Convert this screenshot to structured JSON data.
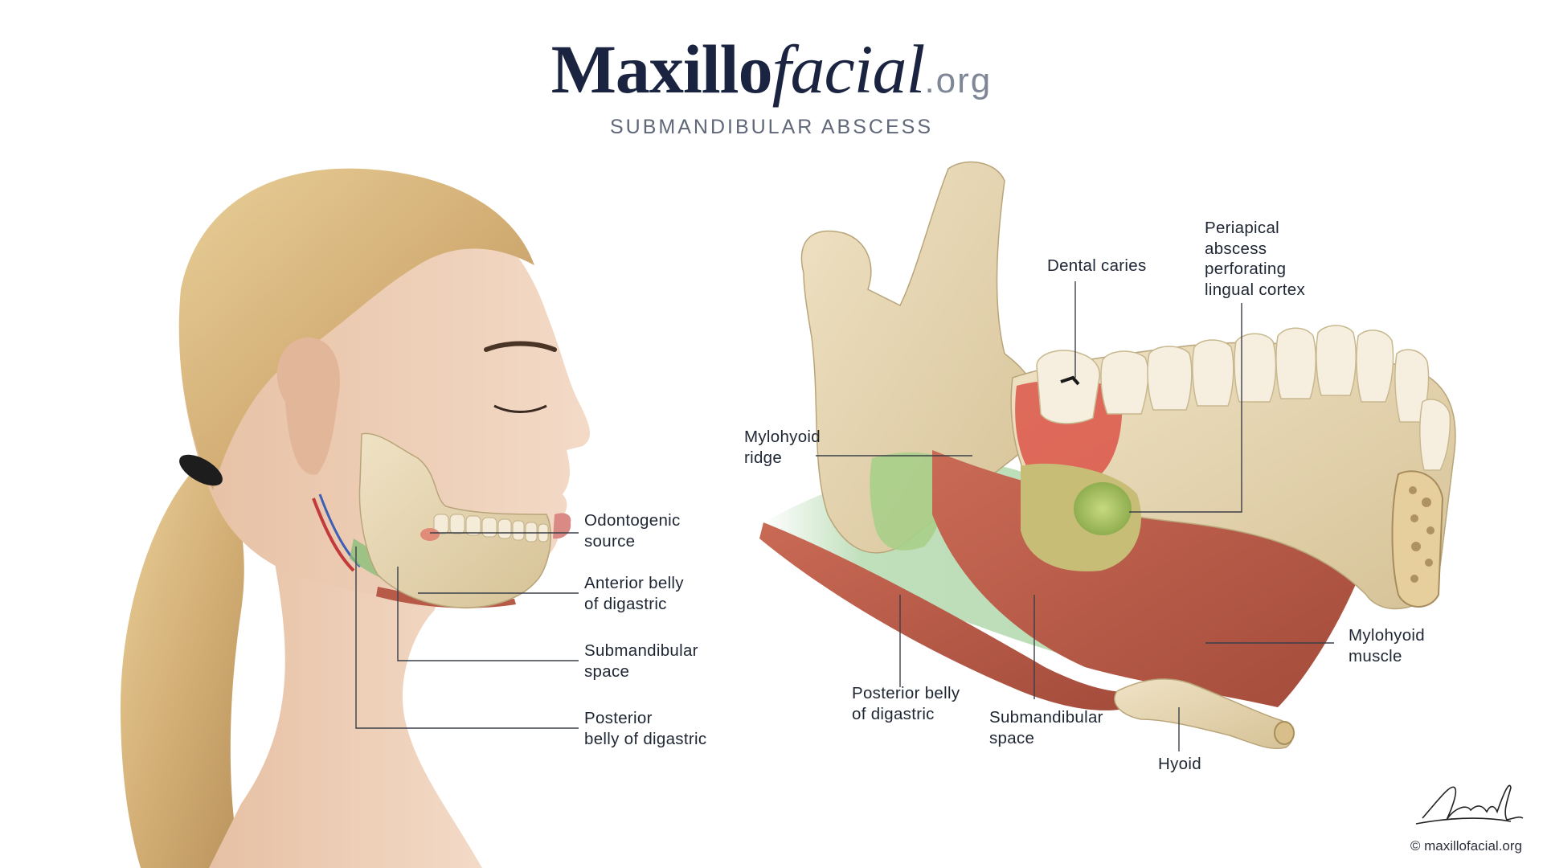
{
  "header": {
    "brand_main": "Maxillo",
    "brand_italic": "facial",
    "brand_tld": ".org",
    "subtitle": "SUBMANDIBULAR ABSCESS"
  },
  "left_figure": {
    "labels": [
      {
        "id": "odontogenic-source",
        "lines": [
          "Odontogenic",
          "source"
        ]
      },
      {
        "id": "anterior-belly-of-digastric",
        "lines": [
          "Anterior belly",
          "of digastric"
        ]
      },
      {
        "id": "submandibular-space-left",
        "lines": [
          "Submandibular",
          "space"
        ]
      },
      {
        "id": "posterior-belly-of-digastric-left",
        "lines": [
          "Posterior",
          "belly of digastric"
        ]
      }
    ]
  },
  "right_figure": {
    "labels": [
      {
        "id": "dental-caries",
        "lines": [
          "Dental caries"
        ]
      },
      {
        "id": "periapical-abscess",
        "lines": [
          "Periapical",
          "abscess",
          "perforating",
          "lingual cortex"
        ]
      },
      {
        "id": "mylohyoid-ridge",
        "lines": [
          "Mylohyoid",
          "ridge"
        ]
      },
      {
        "id": "mylohyoid-muscle",
        "lines": [
          "Mylohyoid",
          "muscle"
        ]
      },
      {
        "id": "posterior-belly-of-digastric-right",
        "lines": [
          "Posterior belly",
          "of digastric"
        ]
      },
      {
        "id": "submandibular-space-right",
        "lines": [
          "Submandibular",
          "space"
        ]
      },
      {
        "id": "hyoid",
        "lines": [
          "Hyoid"
        ]
      }
    ]
  },
  "footer": {
    "signature": "Amon L",
    "copyright": "© maxillofacial.org"
  },
  "colors": {
    "brand": "#1a2440",
    "bone": "#e3d4b0",
    "muscle": "#b85a48",
    "abscess": "#a9c46f",
    "space_green": "#b9dcb4",
    "inflammation": "#d9433a",
    "hair": "#d8b77c",
    "skin": "#eed0b8"
  }
}
